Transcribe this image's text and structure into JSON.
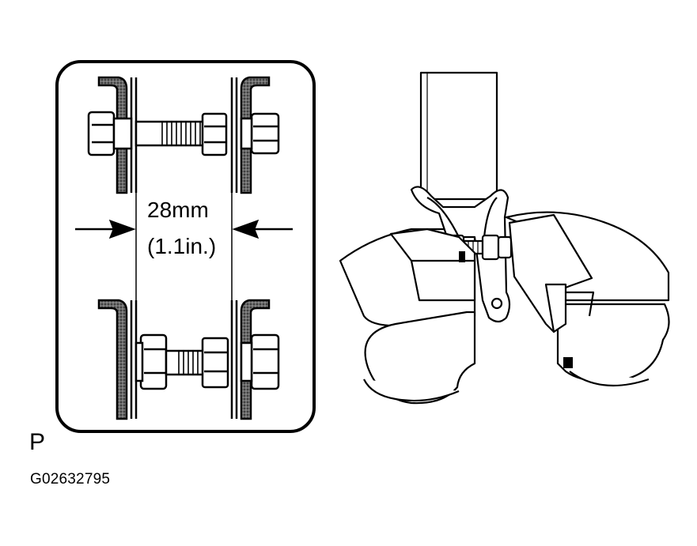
{
  "dimension": {
    "value": "28mm",
    "alt": "(1.1in.)"
  },
  "panel_letter": "P",
  "figure_code": "G02632795",
  "colors": {
    "ink": "#000000",
    "paper": "#ffffff",
    "hatch": "#5a5a5a"
  }
}
